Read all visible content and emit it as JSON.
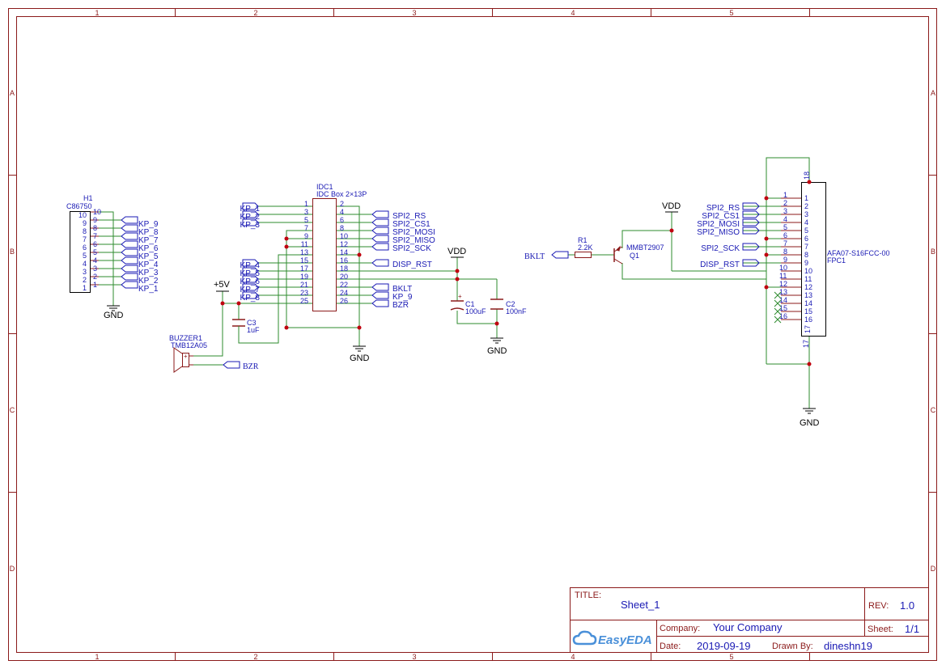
{
  "sheet_columns": [
    "1",
    "2",
    "3",
    "4",
    "5"
  ],
  "sheet_rows": [
    "A",
    "B",
    "C",
    "D"
  ],
  "colors": {
    "border": "#8b1a1a",
    "wire": "#2e8b2e",
    "symbol": "#8b1a1a",
    "net": "#1a1ab4",
    "junction": "#c0000f"
  },
  "title_block": {
    "title_label": "TITLE:",
    "title": "Sheet_1",
    "rev_label": "REV:",
    "rev": "1.0",
    "company_label": "Company:",
    "company": "Your Company",
    "sheet_label": "Sheet:",
    "sheet": "1/1",
    "date_label": "Date:",
    "date": "2019-09-19",
    "drawn_label": "Drawn By:",
    "drawn_by": "dineshn19",
    "logo": "EasyEDA"
  },
  "power": {
    "gnd": "GND",
    "vdd": "VDD",
    "v5": "+5V"
  },
  "h1": {
    "ref": "H1",
    "value": "C86750",
    "pins": [
      "10",
      "9",
      "8",
      "7",
      "6",
      "5",
      "4",
      "3",
      "2",
      "1"
    ],
    "nets": [
      "KP_9",
      "KP_8",
      "KP_7",
      "KP_6",
      "KP_5",
      "KP_4",
      "KP_3",
      "KP_2",
      "KP_1"
    ]
  },
  "idc1": {
    "ref": "IDC1",
    "value": "IDC Box 2×13P",
    "left_pins": [
      "1",
      "3",
      "5",
      "7",
      "9",
      "11",
      "13",
      "15",
      "17",
      "19",
      "21",
      "23",
      "25"
    ],
    "right_pins": [
      "2",
      "4",
      "6",
      "8",
      "10",
      "12",
      "14",
      "16",
      "18",
      "20",
      "22",
      "24",
      "26"
    ],
    "left_nets": [
      "KP_1",
      "KP_2",
      "KP_3",
      "KP_4",
      "KP_5",
      "KP_6",
      "KP_7",
      "KP_8"
    ],
    "right_nets": [
      "SPI2_RS",
      "SPI2_CS1",
      "SPI2_MOSI",
      "SPI2_MISO",
      "SPI2_SCK",
      "DISP_RST",
      "BKLT",
      "KP_9",
      "BZR"
    ]
  },
  "c1": {
    "ref": "C1",
    "value": "100uF"
  },
  "c2": {
    "ref": "C2",
    "value": "100nF"
  },
  "c3": {
    "ref": "C3",
    "value": "1uF"
  },
  "buzzer": {
    "ref": "BUZZER1",
    "value": "TMB12A05",
    "net": "BZR",
    "plus": "+"
  },
  "r1": {
    "ref": "R1",
    "value": "2.2K",
    "net": "BKLT"
  },
  "q1": {
    "ref": "Q1",
    "value": "MMBT2907"
  },
  "fpc1": {
    "ref": "FPC1",
    "value": "AFA07-S16FCC-00",
    "pins": [
      "1",
      "2",
      "3",
      "4",
      "5",
      "6",
      "7",
      "8",
      "9",
      "10",
      "11",
      "12",
      "13",
      "14",
      "15",
      "16"
    ],
    "top_pin": "18",
    "bottom_pin": "17",
    "nets": [
      "SPI2_RS",
      "SPI2_CS1",
      "SPI2_MOSI",
      "SPI2_MISO",
      "SPI2_SCK",
      "DISP_RST"
    ]
  }
}
